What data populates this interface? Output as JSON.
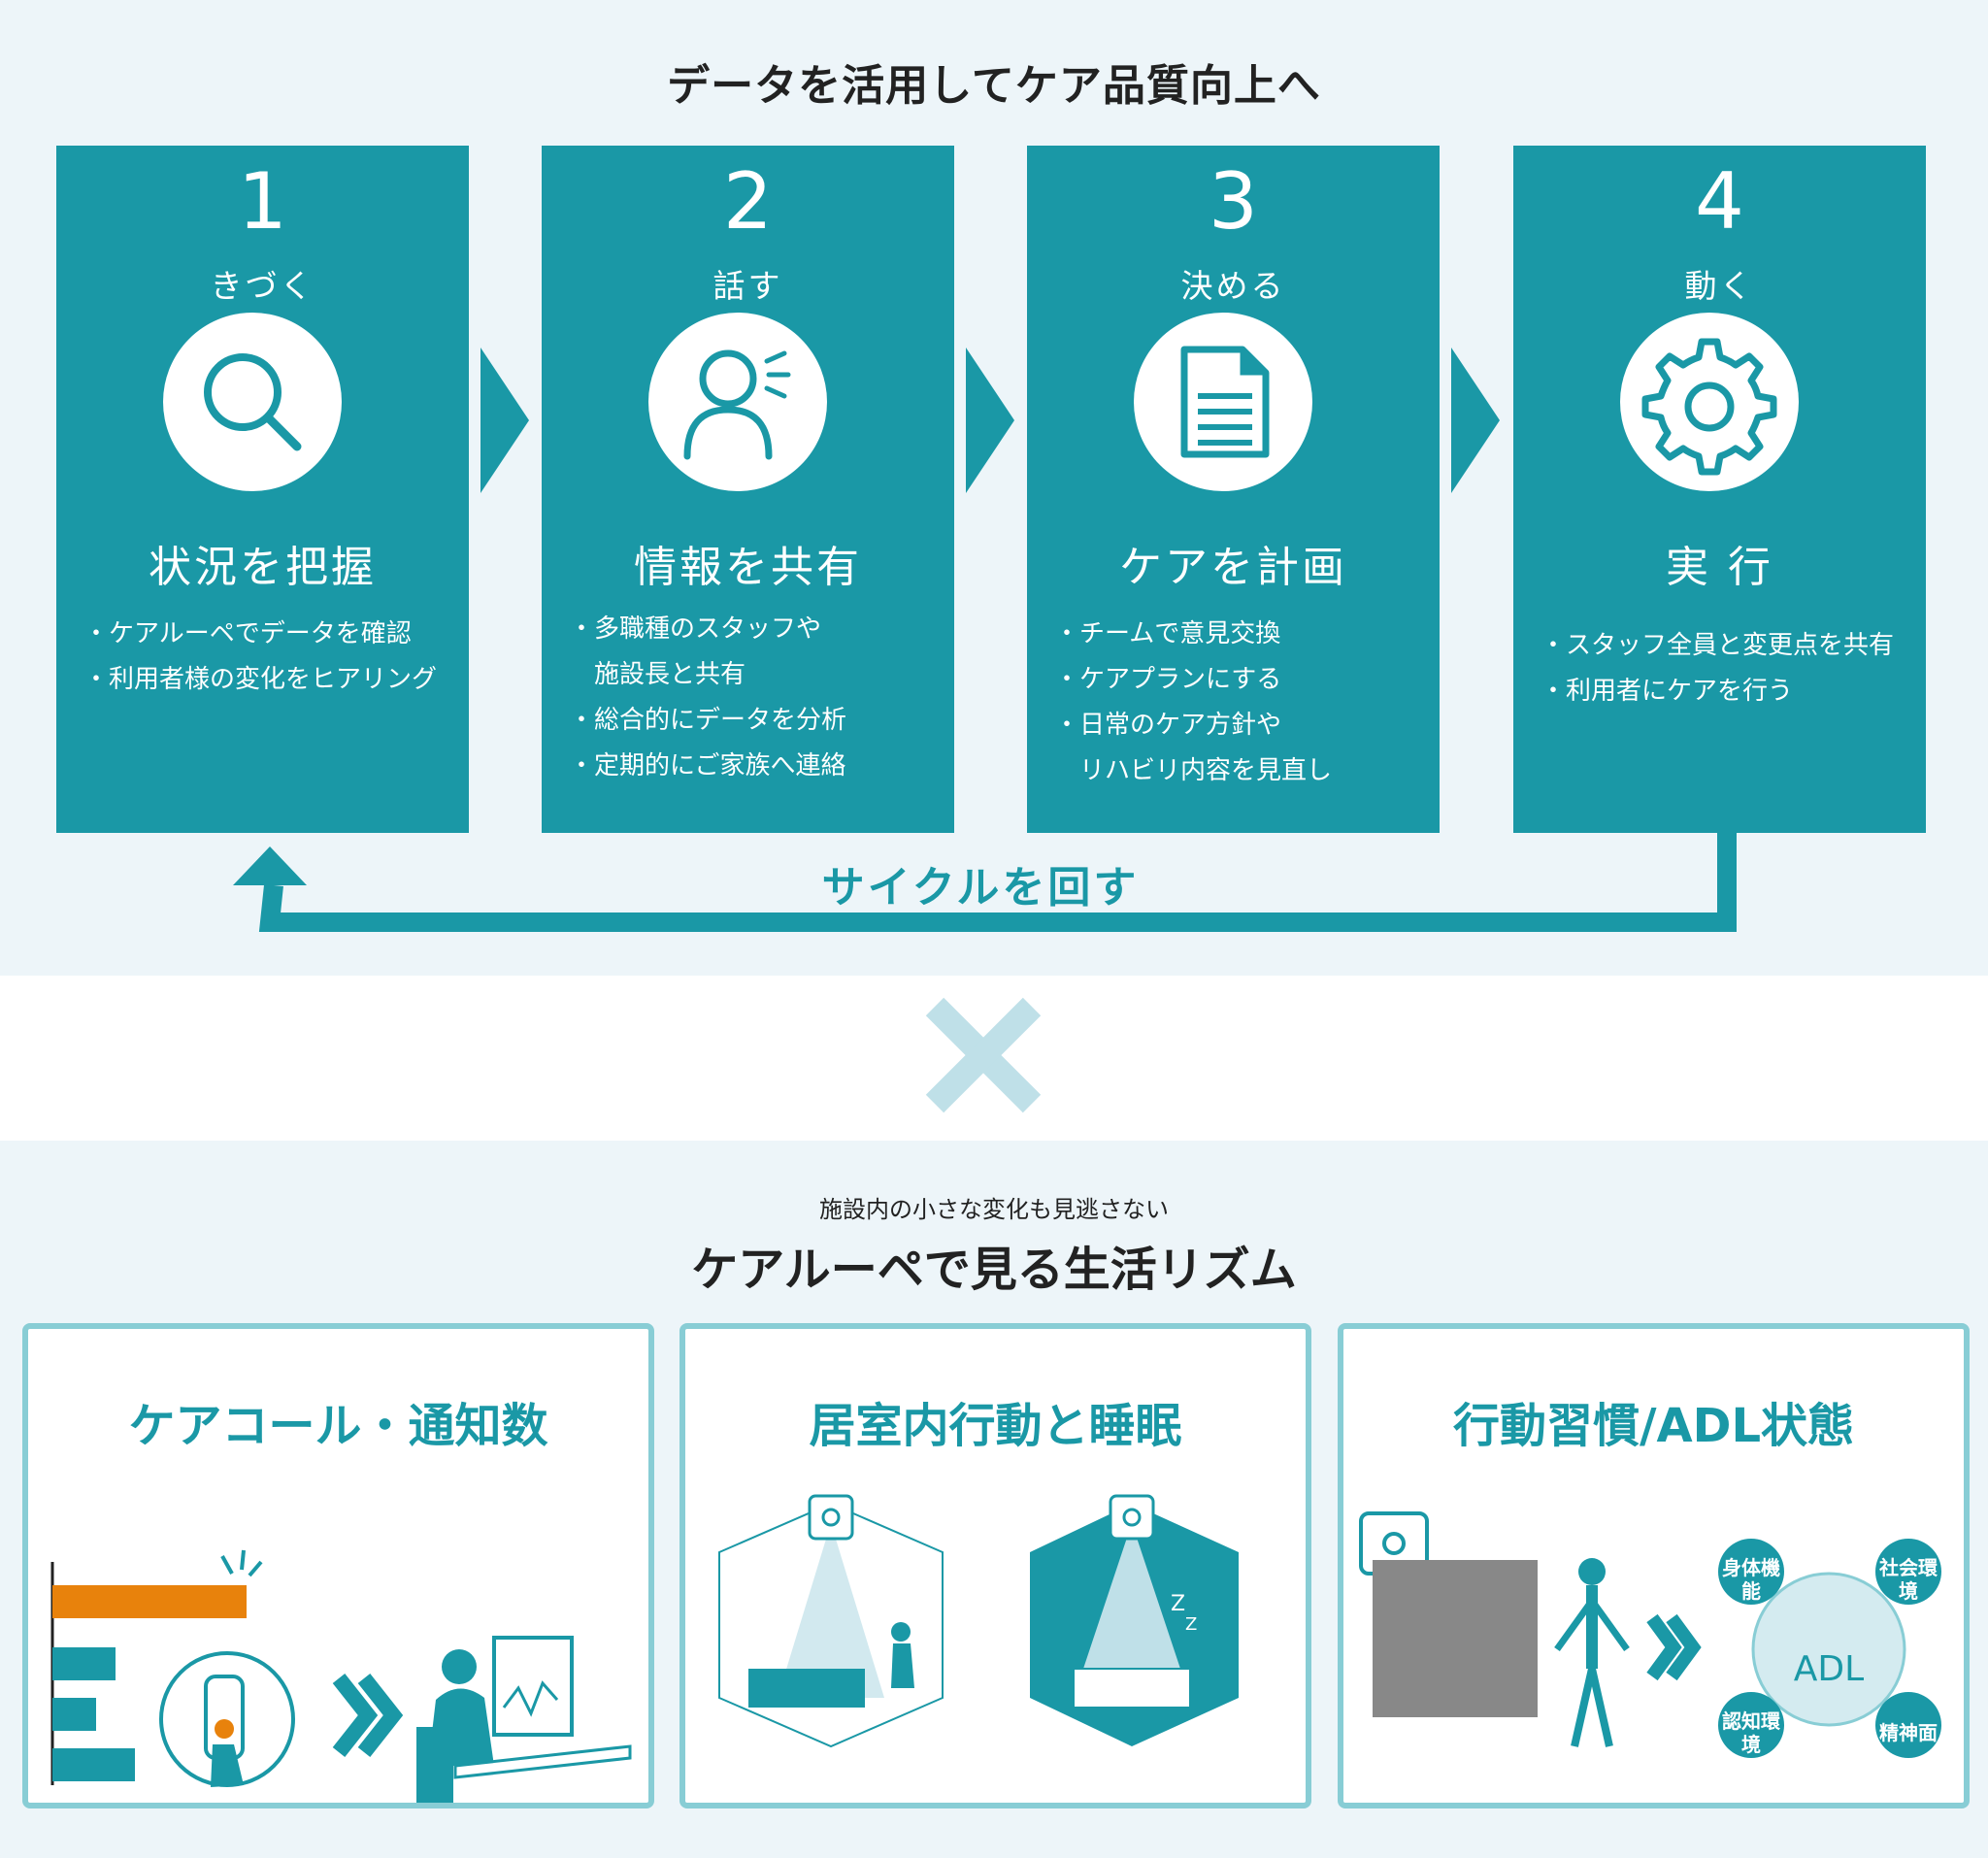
{
  "header": {
    "title": "データを活用してケア品質向上へ"
  },
  "steps": [
    {
      "number": "1",
      "verb": "きづく",
      "title": "状況を把握",
      "icon": "magnifier-icon",
      "bullets": [
        "ケアルーペでデータを確認",
        "利用者様の変化をヒアリング"
      ]
    },
    {
      "number": "2",
      "verb": "話す",
      "title": "情報を共有",
      "icon": "speaking-person-icon",
      "bullets": [
        "多職種のスタッフや",
        "施設長と共有",
        "総合的にデータを分析",
        "定期的にご家族へ連絡"
      ]
    },
    {
      "number": "3",
      "verb": "決める",
      "title": "ケアを計画",
      "icon": "document-icon",
      "bullets": [
        "チームで意見交換",
        "ケアプランにする",
        "日常のケア方針や",
        "リハビリ内容を見直し"
      ]
    },
    {
      "number": "4",
      "verb": "動く",
      "title": "実 行",
      "icon": "gear-icon",
      "bullets": [
        "スタッフ全員と変更点を共有",
        "利用者にケアを行う"
      ]
    }
  ],
  "cycle": {
    "label": "サイクルを回す"
  },
  "section2": {
    "lead": "施設内の小さな変化も見逃さない",
    "title": "ケアルーペで見る生活リズム"
  },
  "cards": [
    {
      "title": "ケアコール・通知数"
    },
    {
      "title": "居室内行動と睡眠"
    },
    {
      "title": "行動習慣/ADL状態"
    }
  ],
  "adl": {
    "center": "ADL",
    "nodes": [
      "身体機能",
      "社会環境",
      "認知環境",
      "精神面"
    ]
  },
  "colors": {
    "teal": "#1a98a6",
    "light_panel": "#edf5f9",
    "card_border": "#88cdd5",
    "orange": "#e8820c",
    "cross": "#bfe0e8"
  }
}
